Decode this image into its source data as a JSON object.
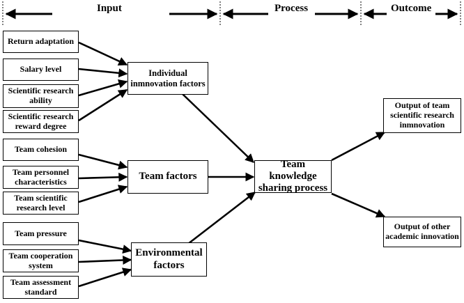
{
  "phases": {
    "input": "Input",
    "process": "Process",
    "outcome": "Outcome"
  },
  "inputs": {
    "return_adaptation": "Return adaptation",
    "salary_level": "Salary level",
    "research_ability": "Scientific research ability",
    "reward_degree": "Scientific research reward degree",
    "team_cohesion": "Team cohesion",
    "personnel_characteristics": "Team personnel characteristics",
    "research_level": "Team scientific research level",
    "team_pressure": "Team pressure",
    "cooperation_system": "Team cooperation system",
    "assessment_standard": "Team assessment standard"
  },
  "factors": {
    "individual": "Individual inmnovation factors",
    "team": "Team factors",
    "environmental": "Environmental factors"
  },
  "process": {
    "knowledge_sharing": "Team knowledge sharing process"
  },
  "outcomes": {
    "research_innovation": "Output of team scientific research inmnovation",
    "academic_innovation": "Output of other academic innovation"
  },
  "colors": {
    "line": "#000000",
    "background": "#ffffff"
  }
}
